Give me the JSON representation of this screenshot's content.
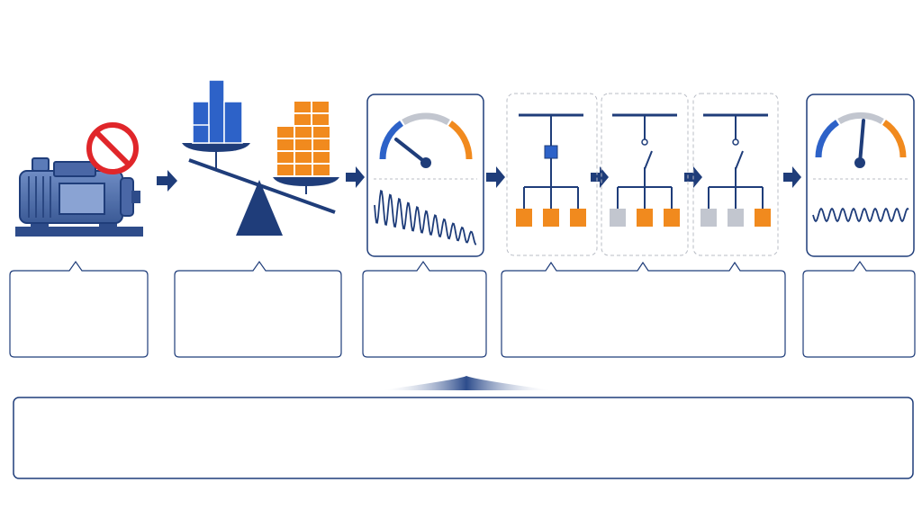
{
  "colors": {
    "navy": "#1f3d7a",
    "steel_blue": "#5b7bb8",
    "bright_blue": "#2d62c8",
    "orange": "#f18a1e",
    "gray": "#c2c6cf",
    "no_sign_red": "#e0262a",
    "dash_border": "#b8bcc5"
  },
  "stages": [
    {
      "id": "motor-stopped",
      "icon": "motor-with-prohibition-icon",
      "callout": ""
    },
    {
      "id": "load-imbalance",
      "icon": "balance-scale-icon",
      "callout": ""
    },
    {
      "id": "frequency-drop",
      "icon": "gauge-decaying-oscillation-icon",
      "callout": ""
    },
    {
      "id": "load-shedding",
      "icon": "switching-sequence-icon",
      "callout": ""
    },
    {
      "id": "frequency-restored",
      "icon": "gauge-stable-oscillation-icon",
      "callout": ""
    }
  ],
  "load_shedding_steps": [
    {
      "switch": "closed",
      "loads": [
        "orange",
        "orange",
        "orange"
      ]
    },
    {
      "switch": "open",
      "loads": [
        "gray",
        "orange",
        "orange"
      ]
    },
    {
      "switch": "open",
      "loads": [
        "gray",
        "gray",
        "orange"
      ]
    }
  ],
  "summary": {
    "text": ""
  }
}
